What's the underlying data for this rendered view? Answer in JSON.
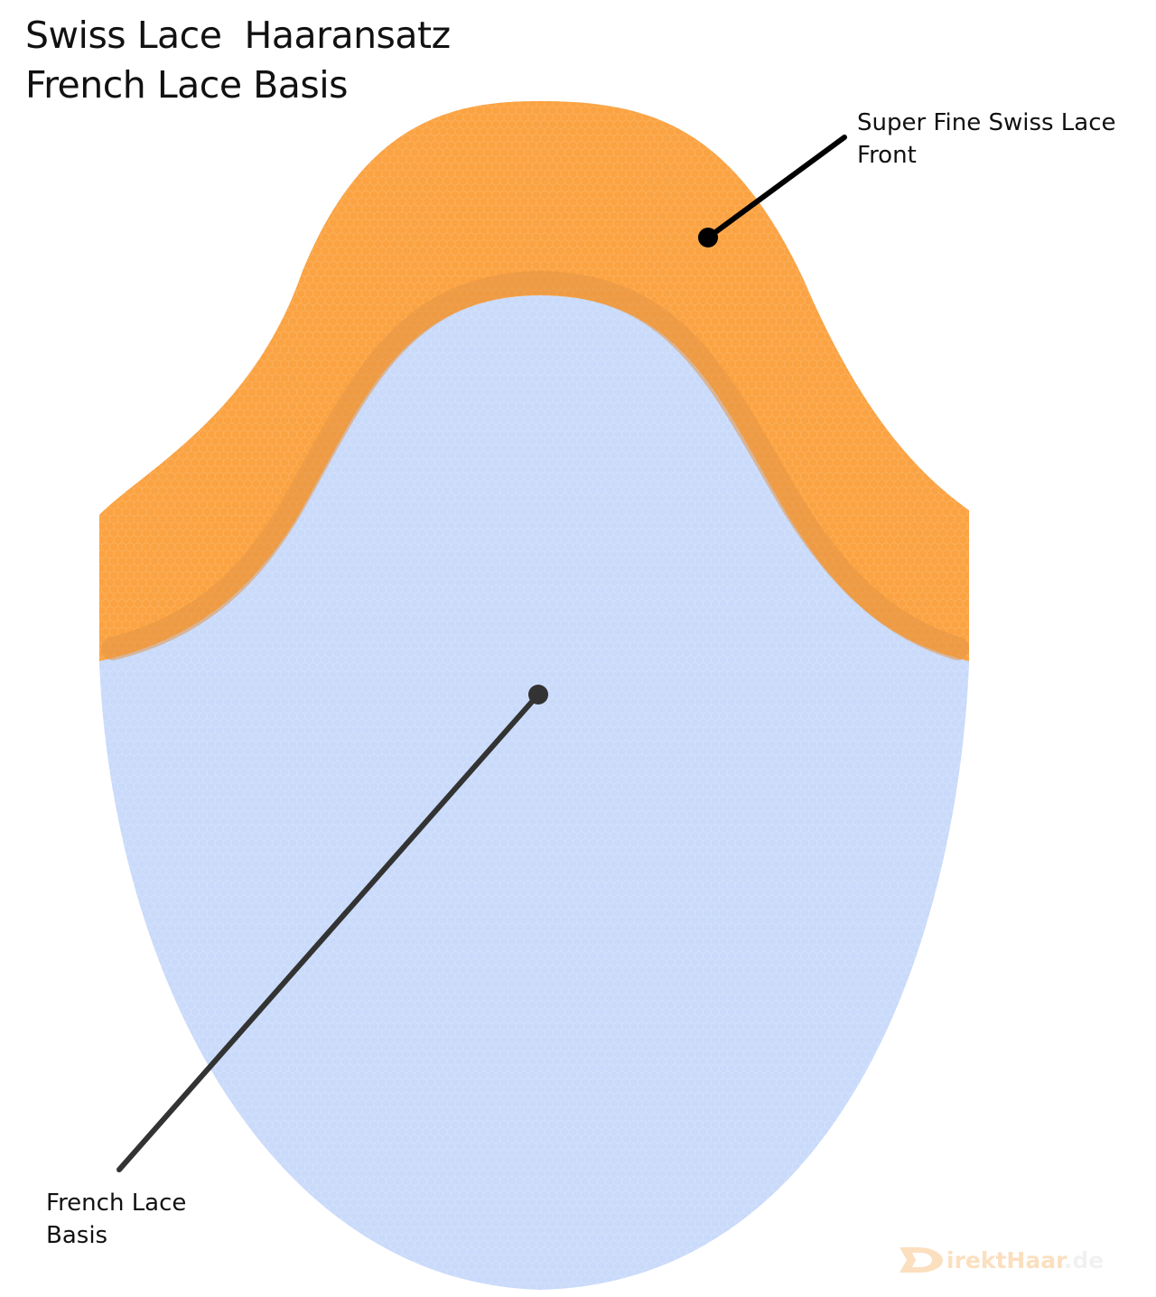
{
  "title": {
    "line1": "Swiss Lace  Haaransatz",
    "line2": "French Lace Basis"
  },
  "labels": {
    "swiss_front": {
      "line1": "Super Fine Swiss Lace",
      "line2": "Front"
    },
    "french_base": {
      "line1": "French Lace",
      "line2": "Basis"
    }
  },
  "watermark": {
    "name": "irektHaar",
    "tld": ".de",
    "icon": "d-logo-icon"
  },
  "colors": {
    "swiss_lace": "#fba342",
    "french_lace": "#c9dafa",
    "overlap_band": "#e39547",
    "leader_swiss": "#000000",
    "leader_french": "#333333"
  }
}
